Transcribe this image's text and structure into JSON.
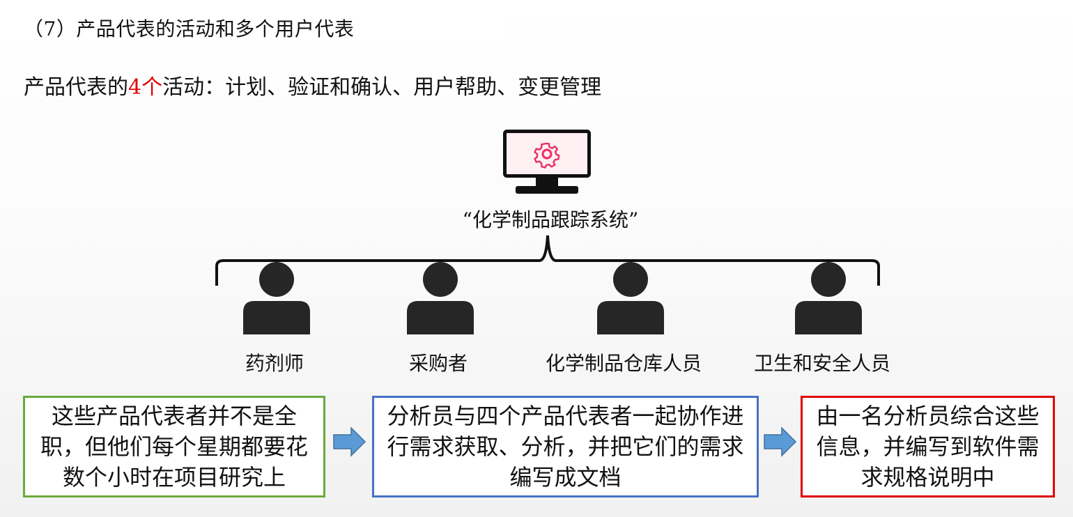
{
  "slide": {
    "title": "（7）产品代表的活动和多个用户代表",
    "subtitle_prefix": "产品代表的",
    "subtitle_highlight": "4个",
    "subtitle_suffix": "活动：计划、验证和确认、用户帮助、变更管理",
    "highlight_color": "#e00000"
  },
  "system": {
    "name": "“化学制品跟踪系统”",
    "icon": "monitor-gear-icon"
  },
  "user_representatives": [
    {
      "label": "药剂师",
      "icon": "person-icon"
    },
    {
      "label": "采购者",
      "icon": "person-icon"
    },
    {
      "label": "化学制品仓库人员",
      "icon": "person-icon"
    },
    {
      "label": "卫生和安全人员",
      "icon": "person-icon"
    }
  ],
  "process": {
    "steps": [
      {
        "text": "这些产品代表者并不是全职，但他们每个星期都要花数个小时在项目研究上",
        "border_color": "#6aaa3a"
      },
      {
        "text": "分析员与四个产品代表者一起协作进行需求获取、分析，并把它们的需求编写成文档",
        "border_color": "#4472c4"
      },
      {
        "text": "由一名分析员综合这些信息，并编写到软件需求规格说明中",
        "border_color": "#e00000"
      }
    ],
    "arrow_icon": "arrow-right-icon",
    "arrow_color": "#5b9bd5"
  }
}
